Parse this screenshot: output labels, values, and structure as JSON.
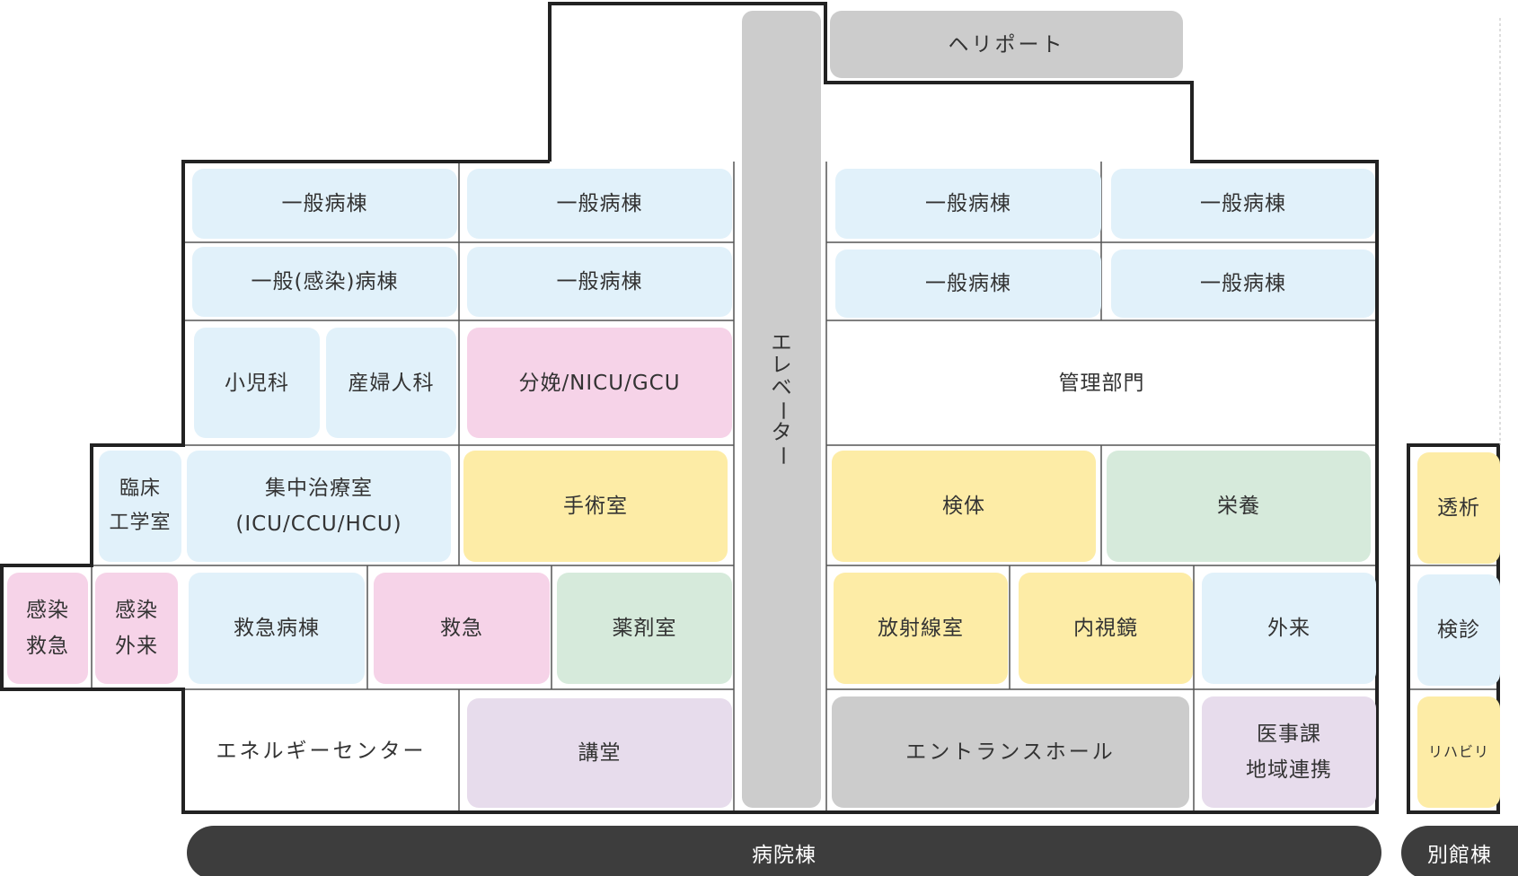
{
  "colors": {
    "blue": "#e1f1fa",
    "pink": "#f6d3e8",
    "yellow": "#fdeca6",
    "green": "#d6eadb",
    "purple": "#e7dcec",
    "gray": "#cccccc",
    "footer": "#3d3d3d"
  },
  "heliport": "ヘリポート",
  "elevator": [
    "エ",
    "レ",
    "ベ",
    "ー",
    "タ",
    "ー"
  ],
  "main_building": {
    "west": {
      "floor_top_left": "一般病棟",
      "floor_top_right": "一般病棟",
      "floor2_left": "一般(感染)病棟",
      "floor2_right": "一般病棟",
      "pediatrics": "小児科",
      "obgyn": "産婦人科",
      "delivery": "分娩/NICU/GCU",
      "clinical_engineering": [
        "臨床",
        "工学室"
      ],
      "icu": [
        "集中治療室",
        "(ICU/CCU/HCU)"
      ],
      "operating_room": "手術室",
      "infection_emergency": [
        "感染",
        "救急"
      ],
      "infection_outpatient": [
        "感染",
        "外来"
      ],
      "emergency_ward": "救急病棟",
      "emergency": "救急",
      "pharmacy": "薬剤室",
      "energy_center": "エネルギーセンター",
      "auditorium": "講堂"
    },
    "east": {
      "floor_top_left": "一般病棟",
      "floor_top_right": "一般病棟",
      "floor2_left": "一般病棟",
      "floor2_right": "一般病棟",
      "administration": "管理部門",
      "specimen": "検体",
      "nutrition": "栄養",
      "radiology": "放射線室",
      "endoscopy": "内視鏡",
      "outpatient": "外来",
      "entrance_hall": "エントランスホール",
      "medical_affairs": [
        "医事課",
        "地域連携"
      ]
    }
  },
  "annex": {
    "dialysis": "透析",
    "checkup": "検診",
    "rehab": "リハビリ"
  },
  "footer": {
    "main_label": "病院棟",
    "annex_label": "別館棟"
  }
}
